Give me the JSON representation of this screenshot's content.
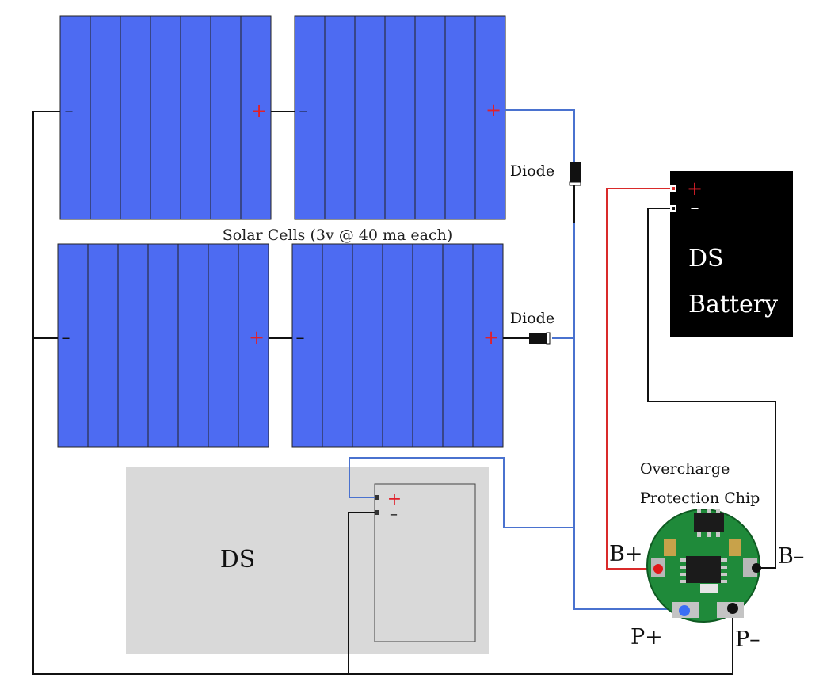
{
  "labels": {
    "solar_cells": "Solar Cells (3v @ 40 ma each)",
    "diode_top": "Diode",
    "diode_middle": "Diode",
    "battery_line1": "DS",
    "battery_line2": "Battery",
    "ds_device": "DS",
    "chip_line1": "Overcharge",
    "chip_line2": "Protection Chip",
    "b_plus": "B+",
    "b_minus": "B–",
    "p_plus": "P+",
    "p_minus": "P–"
  },
  "terminals": {
    "plus": "+",
    "minus": "–"
  },
  "colors": {
    "solar_panel": "#4d6bf2",
    "wire_blue": "#4a72cf",
    "wire_black": "#111111",
    "wire_red": "#d92a2a",
    "plus_red": "#e0202a",
    "battery_bg": "#000000",
    "ds_body": "#d9d9d9",
    "chip_board": "#1f8a3a"
  },
  "icons": {
    "diode": "diode-icon",
    "chip": "protection-chip-icon"
  }
}
